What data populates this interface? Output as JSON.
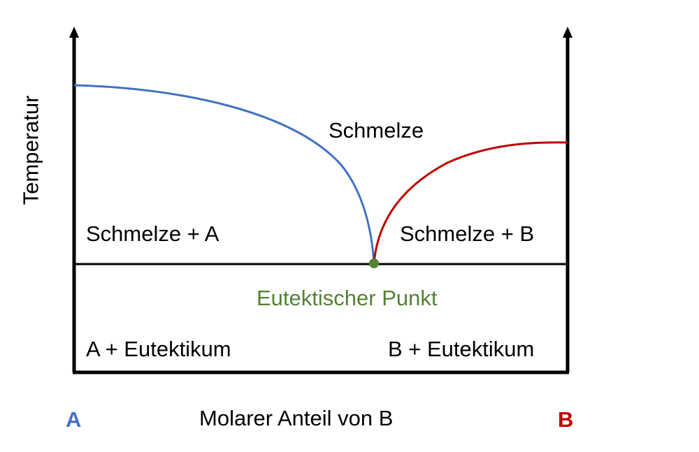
{
  "diagram": {
    "y_axis_label": "Temperatur",
    "x_axis_label": "Molarer Anteil von B",
    "component_a": "A",
    "component_b": "B",
    "regions": {
      "liquid": "Schmelze",
      "liquid_plus_a": "Schmelze + A",
      "liquid_plus_b": "Schmelze + B",
      "a_plus_eutectic": "A + Eutektikum",
      "b_plus_eutectic": "B + Eutektikum"
    },
    "eutectic_point_label": "Eutektischer Punkt",
    "colors": {
      "component_a": "#4472c4",
      "component_b": "#c00000",
      "eutectic": "#548235",
      "axes": "#000000"
    }
  }
}
